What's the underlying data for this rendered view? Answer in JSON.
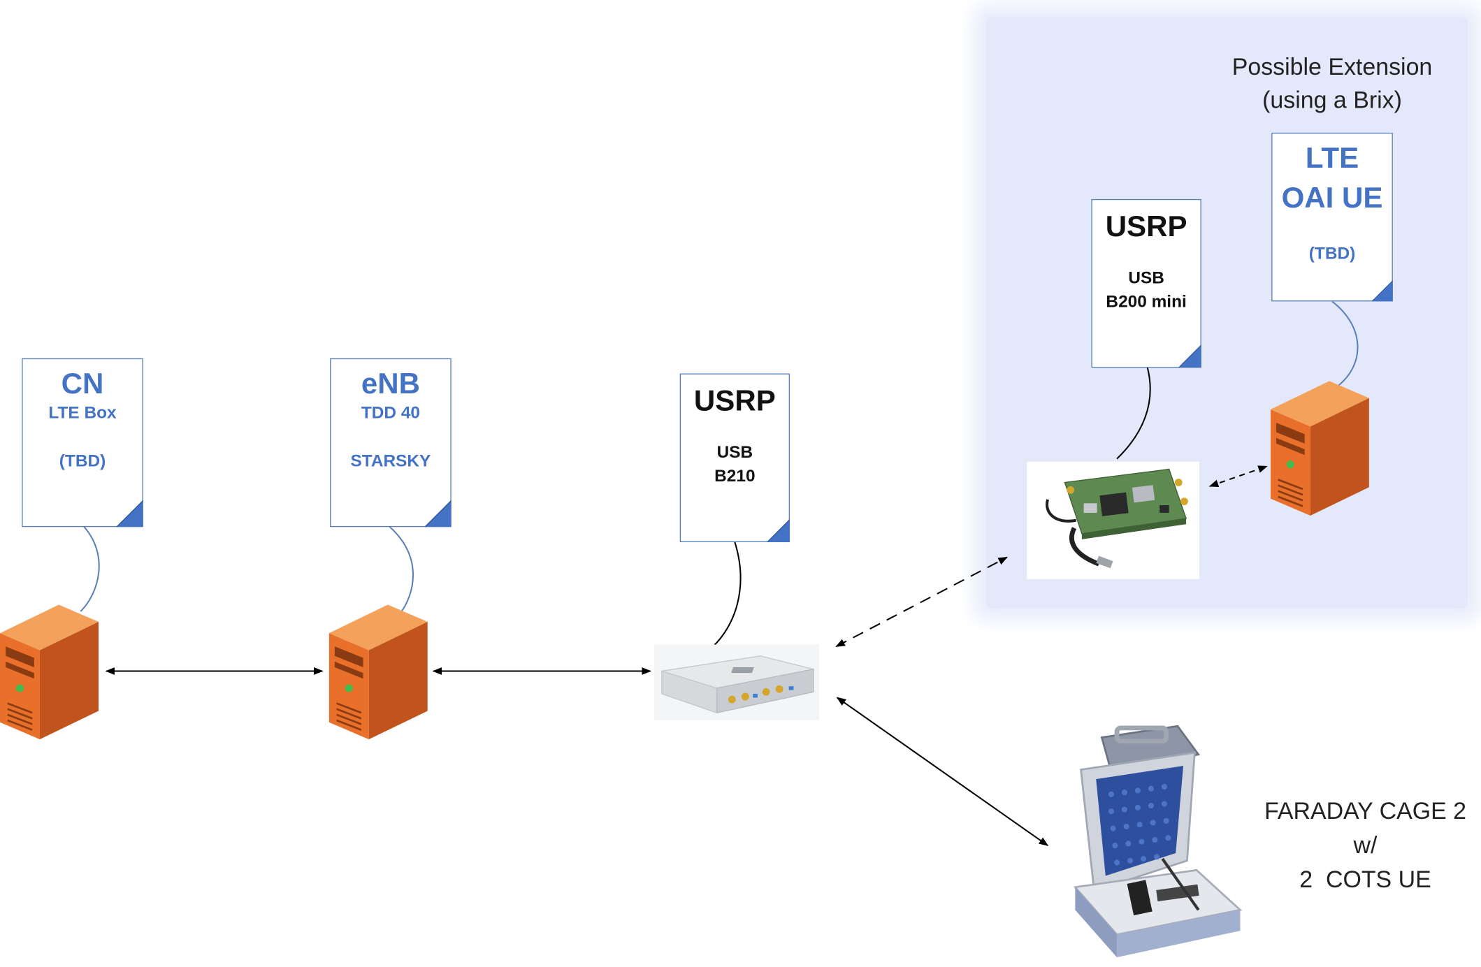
{
  "extension": {
    "title_line1": "Possible Extension",
    "title_line2": "(using a Brix)"
  },
  "cn_doc": {
    "title": "CN",
    "line1": "LTE Box",
    "line2": "(TBD)"
  },
  "enb_doc": {
    "title": "eNB",
    "line1": "TDD 40",
    "line2": "STARSKY"
  },
  "usrp_doc": {
    "title": "USRP",
    "line1": "USB",
    "line2": "B210"
  },
  "usrp_mini_doc": {
    "title": "USRP",
    "line1": "USB",
    "line2": "B200 mini"
  },
  "ue_doc": {
    "title_line1": "LTE",
    "title_line2": "OAI UE",
    "line1": "(TBD)"
  },
  "faraday": {
    "line1": "FARADAY CAGE 2",
    "line2": "w/",
    "line3": "2  COTS UE"
  },
  "colors": {
    "server_orange": "#e8702a",
    "doc_blue": "#4472c4",
    "extension_bg": "#e3e9fb"
  },
  "icons": [
    "server-icon",
    "usrp-b210-device",
    "usrp-b200mini-board",
    "faraday-cage-image"
  ]
}
